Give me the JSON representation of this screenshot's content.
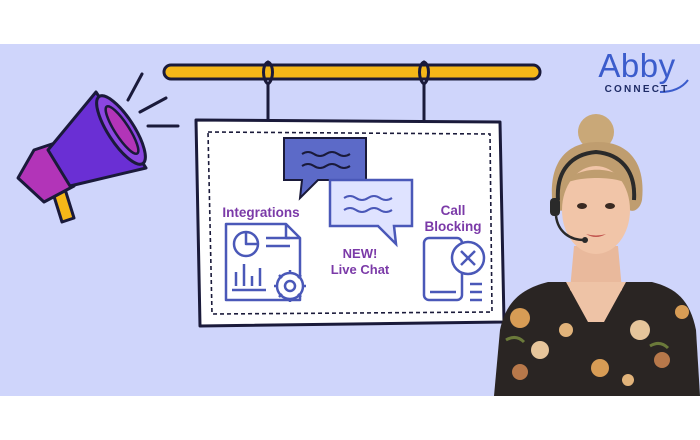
{
  "banner": {
    "items": [
      {
        "label": "Integrations"
      },
      {
        "lines": [
          "NEW!",
          "Live Chat"
        ]
      },
      {
        "lines": [
          "Call",
          "Blocking"
        ]
      }
    ]
  },
  "logo": {
    "wordmark": "Abby",
    "subtitle": "CONNECT"
  },
  "colors": {
    "background_band": "#cfd5fb",
    "rod": "#f5b718",
    "label_purple": "#7b3aa8",
    "icon_blue": "#4a58b8",
    "bubble_fill": "#5c6ac8",
    "megaphone_purple": "#6a2fd4",
    "megaphone_pink": "#b234b8",
    "logo_blue": "#3b5ccc"
  },
  "icons": [
    "megaphone-icon",
    "chat-bubbles-icon",
    "report-gear-icon",
    "phone-block-icon"
  ]
}
